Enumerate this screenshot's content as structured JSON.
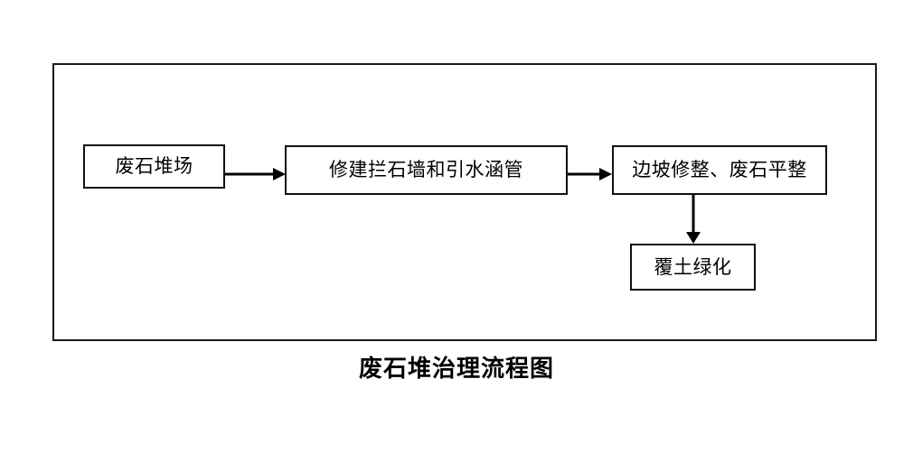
{
  "figure": {
    "caption": "废石堆治理流程图",
    "frame": {
      "border_color": "#1a1a1a"
    }
  },
  "chart_data": {
    "type": "diagram",
    "title": "废石堆治理流程图",
    "nodes": [
      {
        "id": "waste-rock-yard",
        "label": "废石堆场"
      },
      {
        "id": "build-wall-culvert",
        "label": "修建拦石墙和引水涵管"
      },
      {
        "id": "slope-trim-leveling",
        "label": "边坡修整、废石平整"
      },
      {
        "id": "soil-cover-greening",
        "label": "覆土绿化"
      }
    ],
    "edges": [
      {
        "from": "waste-rock-yard",
        "to": "build-wall-culvert",
        "direction": "right",
        "label": ""
      },
      {
        "from": "build-wall-culvert",
        "to": "slope-trim-leveling",
        "direction": "right",
        "label": ""
      },
      {
        "from": "slope-trim-leveling",
        "to": "soil-cover-greening",
        "direction": "down",
        "label": ""
      }
    ],
    "node_fill": "#ffffff",
    "node_stroke": "#111111",
    "edge_color": "#000000"
  }
}
